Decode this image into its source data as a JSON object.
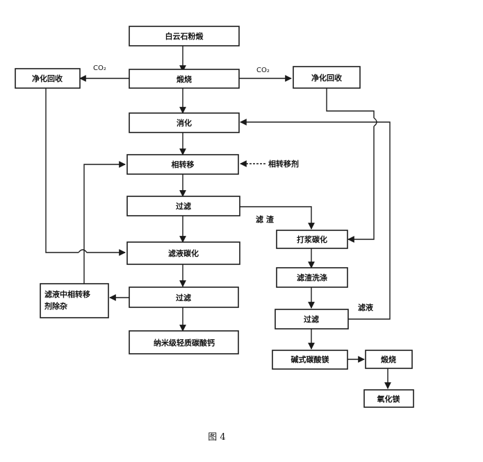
{
  "boxes": {
    "raw": "白云石粉煅",
    "calcination": "煅烧",
    "purify_left": "净化回收",
    "purify_right": "净化回收",
    "digestion": "消化",
    "phase_change": "相转移",
    "filter1": "过滤",
    "carbonation": "滤液碳化",
    "pulp_carbonation": "打浆碳化",
    "filter2": "过滤",
    "filtrate_agent": "滤液中相转移剂除杂",
    "product_left": "纳米级轻质碳酸钙",
    "filtrate_wash": "滤渣洗涤",
    "filter3": "过滤",
    "basic_mg": "碱式碳酸镁",
    "calcine2": "煅烧",
    "mgo": "氧化镁"
  },
  "labels": {
    "co2_left": "CO₂",
    "co2_right": "CO₂",
    "phase_agent": "相转移剂",
    "filter_residue": "滤 渣",
    "filtrate": "滤液"
  },
  "caption": "图 4"
}
